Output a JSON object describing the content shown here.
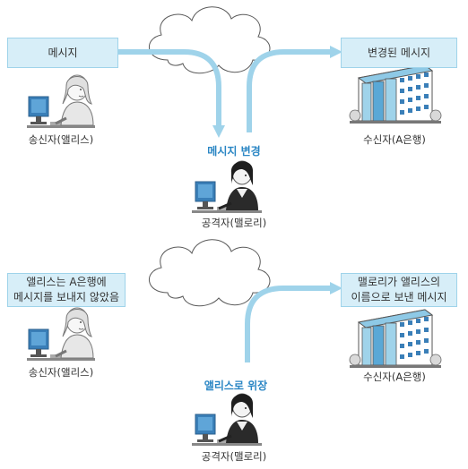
{
  "scenario1": {
    "message_box": "메시지",
    "modified_box": "변경된 메시지",
    "sender_label": "송신자(앨리스)",
    "receiver_label": "수신자(A은행)",
    "attacker_label": "공격자(맬로리)",
    "action_label": "메시지 변경"
  },
  "scenario2": {
    "statement_line1": "앨리스는 A은행에",
    "statement_line2": "메시지를 보내지 않았음",
    "forged_line1": "맬로리가 앨리스의",
    "forged_line2": "이름으로 보낸 메시지",
    "sender_label": "송신자(앨리스)",
    "receiver_label": "수신자(A은행)",
    "attacker_label": "공격자(맬로리)",
    "action_label": "앨리스로 위장"
  }
}
